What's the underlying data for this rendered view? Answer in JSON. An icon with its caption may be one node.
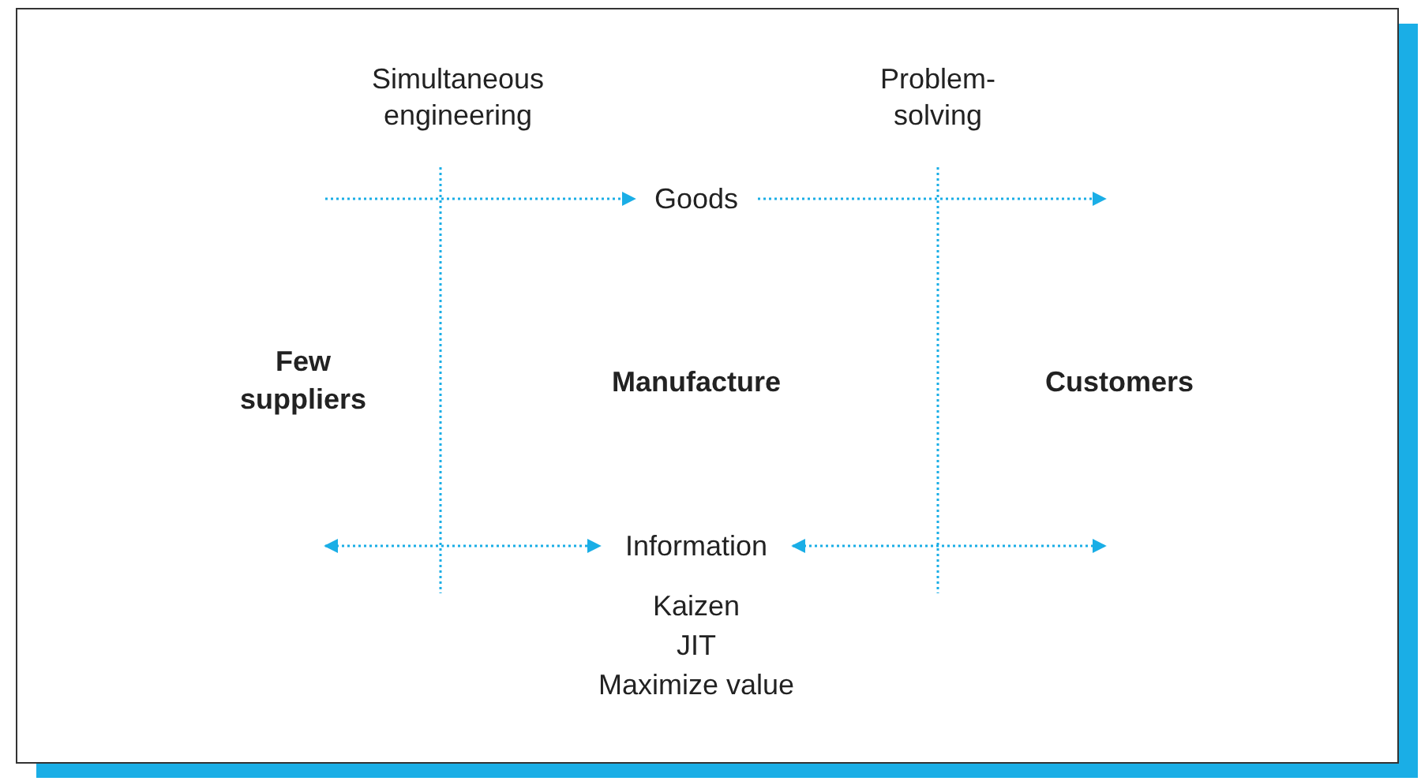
{
  "diagram": {
    "nodes": [
      {
        "text": [
          "Few suppliers"
        ]
      },
      {
        "text": [
          "Manufacture"
        ]
      },
      {
        "text": [
          "Customers"
        ]
      },
      {
        "text": [
          "Goods"
        ]
      },
      {
        "text": [
          "Information"
        ]
      }
    ],
    "edges": [
      {
        "from": null,
        "to": 3,
        "arrow": "to",
        "style": "dashed"
      },
      {
        "from": 3,
        "to": null,
        "arrow": "to",
        "style": "dashed"
      },
      {
        "from": null,
        "to": 4,
        "arrow": "both",
        "style": "dashed"
      },
      {
        "from": 4,
        "to": null,
        "arrow": "both",
        "style": "dashed"
      }
    ],
    "labels": [
      "Simultaneous engineering",
      "Problem-solving",
      "Kaizen",
      "JIT",
      "Maximize value"
    ]
  }
}
